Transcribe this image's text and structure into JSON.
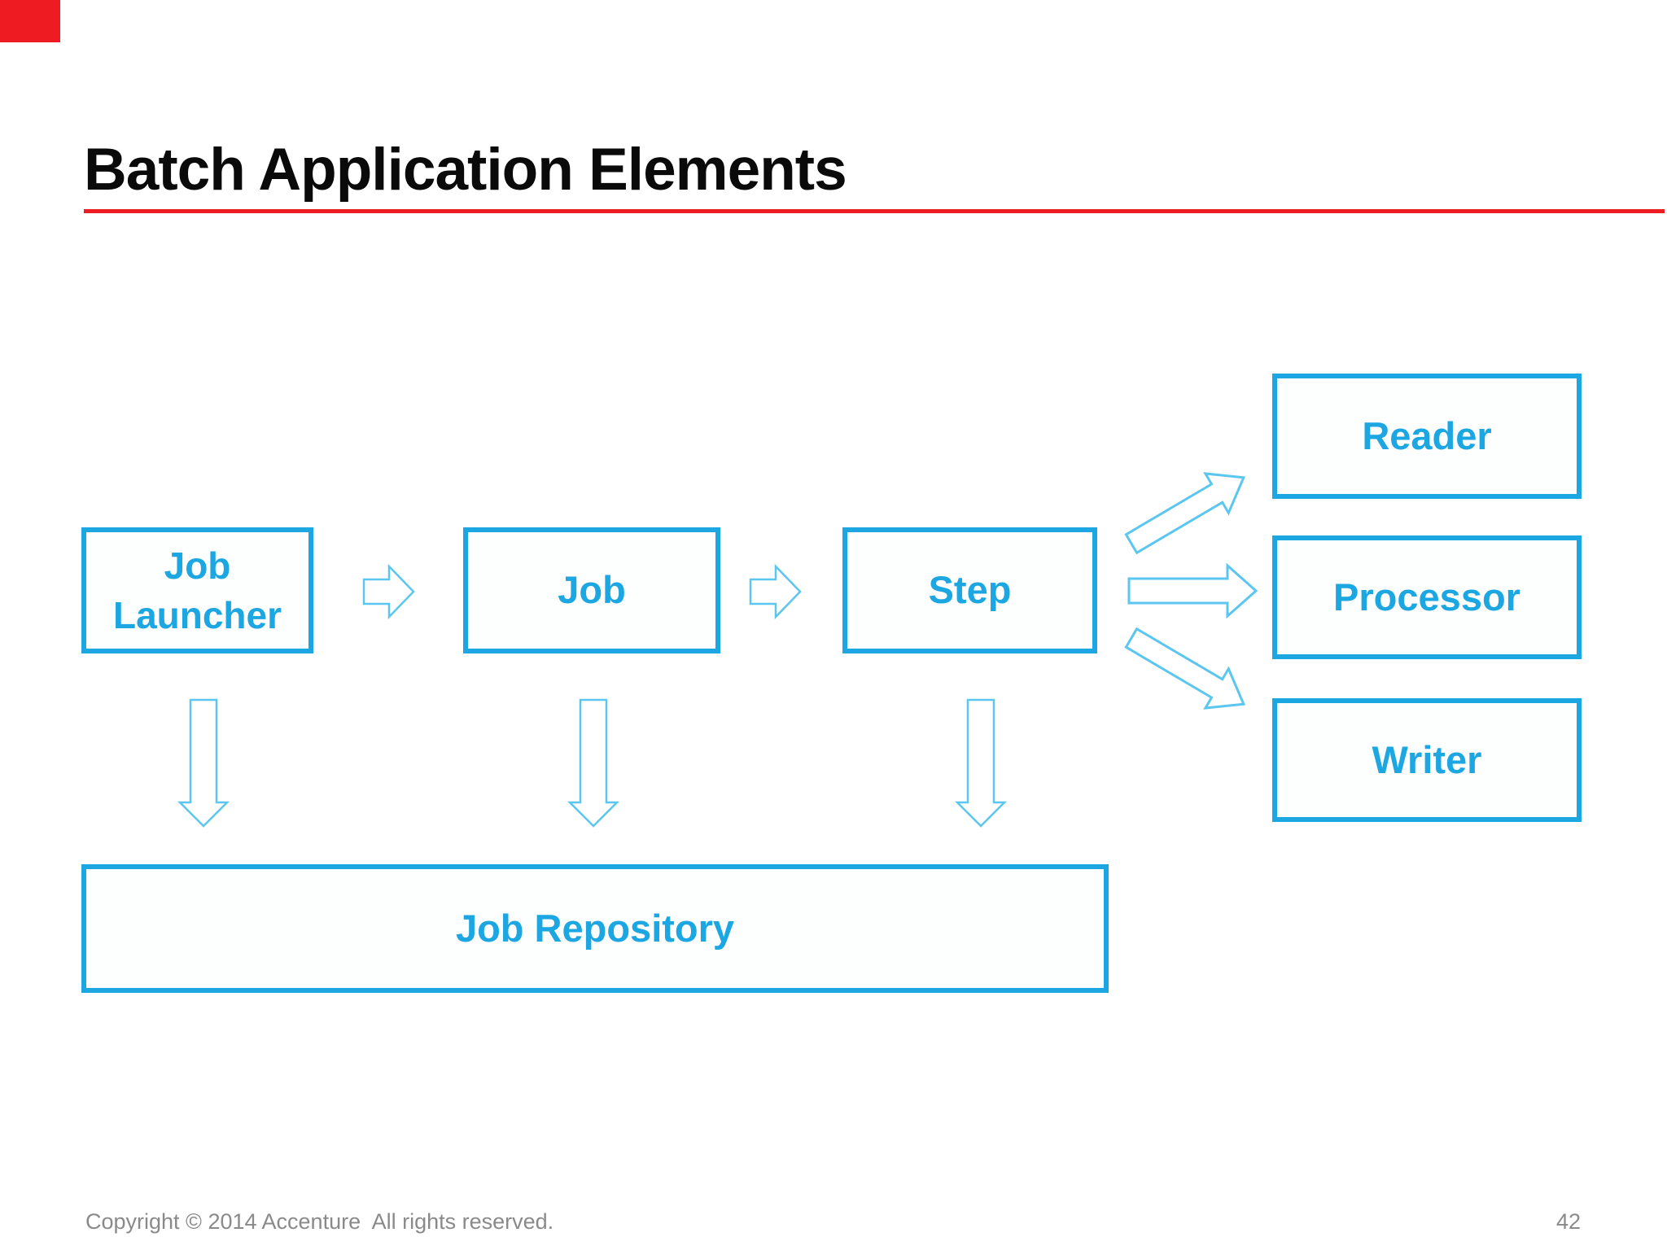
{
  "slide": {
    "title": "Batch Application Elements",
    "footer": {
      "copyright": "Copyright © 2014 Accenture  All rights reserved.",
      "page_number": "42"
    }
  },
  "colors": {
    "accent_red": "#EC1C24",
    "corner_mark_red": "#EE1B23",
    "node_blue": "#1CA6E2",
    "arrow_light_blue": "#5BC6F0",
    "footer_gray": "#8A8A8A",
    "title_black": "#0A0A0A",
    "background": "#FFFFFF"
  },
  "diagram": {
    "nodes": [
      {
        "id": "job-launcher",
        "label": "Job Launcher"
      },
      {
        "id": "job",
        "label": "Job"
      },
      {
        "id": "step",
        "label": "Step"
      },
      {
        "id": "reader",
        "label": "Reader"
      },
      {
        "id": "processor",
        "label": "Processor"
      },
      {
        "id": "writer",
        "label": "Writer"
      },
      {
        "id": "job-repository",
        "label": "Job Repository"
      }
    ],
    "connections": [
      "job-launcher → job",
      "job → step",
      "step → reader",
      "step → processor",
      "step → writer",
      "job-launcher → job-repository",
      "job → job-repository",
      "step → job-repository"
    ]
  }
}
